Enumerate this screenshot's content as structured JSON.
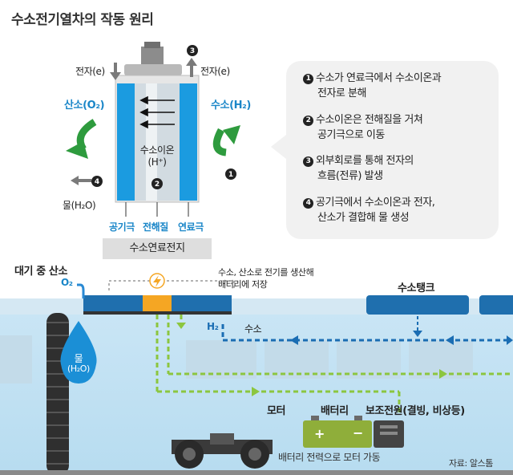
{
  "title": "수소전기열차의 작동 원리",
  "cell": {
    "electron_left": "전자(e)",
    "electron_right": "전자(e)",
    "oxygen": "산소(O₂)",
    "hydrogen": "수소(H₂)",
    "ion_line1": "수소이온",
    "ion_line2": "(H⁺)",
    "water": "물(H₂O)",
    "cathode": "공기극",
    "electrolyte": "전해질",
    "anode": "연료극",
    "caption": "수소연료전지",
    "badge_1": "1",
    "badge_2": "2",
    "badge_3": "3",
    "badge_4": "4"
  },
  "steps": [
    {
      "num": "1",
      "line1": "수소가 연료극에서 수소이온과",
      "line2": "전자로 분해"
    },
    {
      "num": "2",
      "line1": "수소이온은 전해질을 거쳐",
      "line2": "공기극으로 이동"
    },
    {
      "num": "3",
      "line1": "외부회로를 통해 전자의",
      "line2": "흐름(전류) 발생"
    },
    {
      "num": "4",
      "line1": "공기극에서 수소이온과 전자,",
      "line2": "산소가 결합해 물 생성"
    }
  ],
  "train": {
    "air_oxygen": "대기 중 산소",
    "o2": "O₂",
    "battery_note_line1": "수소, 산소로 전기를 생산해",
    "battery_note_line2": "배터리에 저장",
    "hydrogen_tank": "수소탱크",
    "h2": "H₂",
    "hydrogen_label": "수소",
    "water_line1": "물",
    "water_line2": "(H₂O)",
    "motor": "모터",
    "battery": "배터리",
    "aux_power": "보조전원(결빙, 비상등)",
    "bottom_caption": "배터리 전력으로 모터 가동",
    "source": "자료: 알스톰"
  },
  "colors": {
    "cell_blue": "#1b9be0",
    "electrolyte_gray": "#cfd8de",
    "green_arrow": "#2e9b3e",
    "hydrogen_flow": "#1a6db3",
    "oxygen_flow": "#8cc63f",
    "tank_blue": "#1f6fae",
    "battery_orange": "#f5a623"
  }
}
